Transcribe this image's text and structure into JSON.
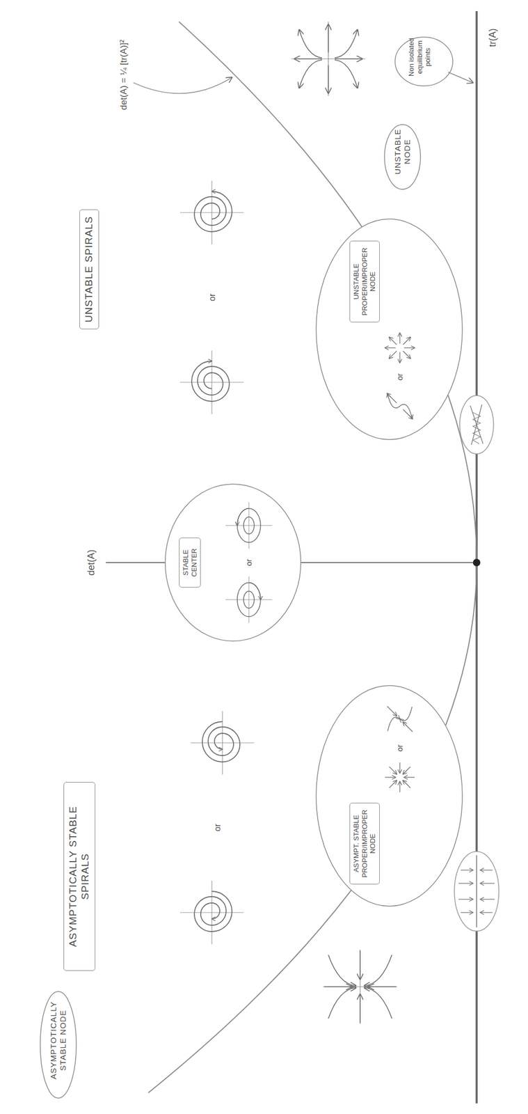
{
  "diagram": {
    "nodes": [
      {
        "text": [
          "ASYMPTOTICALLY STABLE SPIRALS"
        ]
      },
      {
        "text": [
          "or"
        ]
      },
      {
        "text": [
          "STABLE CENTER"
        ],
        "in": 1
      },
      {
        "text": [
          "UNSTABLE SPIRALS"
        ]
      },
      {
        "text": [
          "ASYMPTOTICALLY STABLE NODE"
        ]
      },
      {
        "text": [
          "or"
        ]
      },
      {
        "text": [
          "ASYMPT. STABLE PROPER/IMPROPER NODE"
        ],
        "in": 5
      },
      {
        "text": [
          "or"
        ]
      },
      {
        "text": [
          "UNSTABLE PROPER/IMPROPER NODE"
        ],
        "in": 7
      },
      {
        "text": [
          "UNSTABLE NODE"
        ]
      },
      {
        "text": [
          "Non isolated equilibrium points"
        ]
      }
    ],
    "labels": [
      "det(A)",
      "det(A) = ¼ [tr(A)]²",
      "or",
      "or",
      "tr(A)"
    ]
  }
}
